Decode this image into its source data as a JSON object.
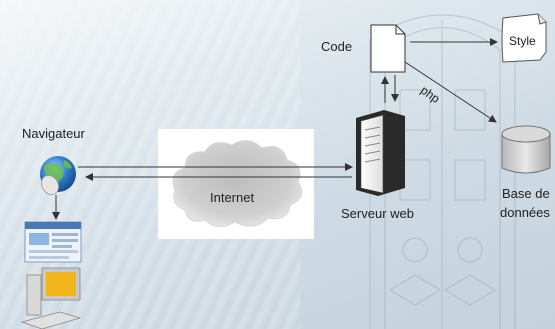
{
  "diagram": {
    "code_label": "Code",
    "style_label": "Style",
    "php_label": "php",
    "navigator_label": "Navigateur",
    "internet_label": "Internet",
    "server_label": "Serveur web",
    "database_label_line1": "Base de",
    "database_label_line2": "données"
  }
}
